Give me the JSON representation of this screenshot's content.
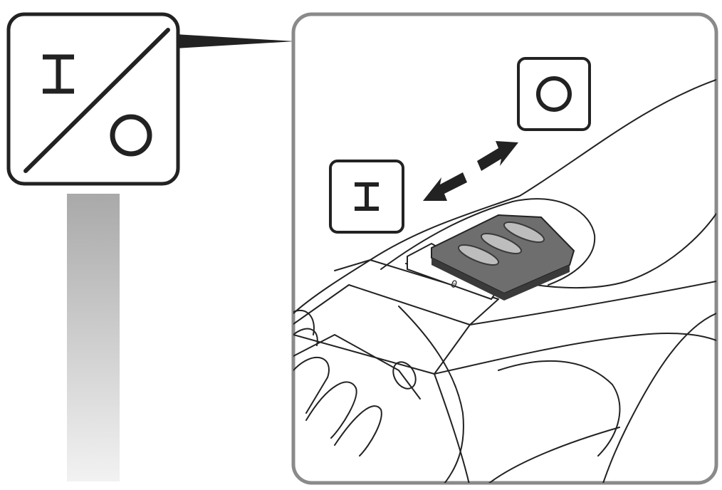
{
  "symbol_box": {
    "on_symbol": "I",
    "off_symbol": "O"
  },
  "detail_panel": {
    "off_label": "O",
    "on_label": "I",
    "switch_mark": "0"
  },
  "colors": {
    "stroke": "#222222",
    "panel_border": "#8a8a8a",
    "switch_fill": "#6e6e6e",
    "switch_dark": "#3a3a3a",
    "bar_top": "#a9a9a9",
    "bar_bottom": "#f2f2f2"
  }
}
